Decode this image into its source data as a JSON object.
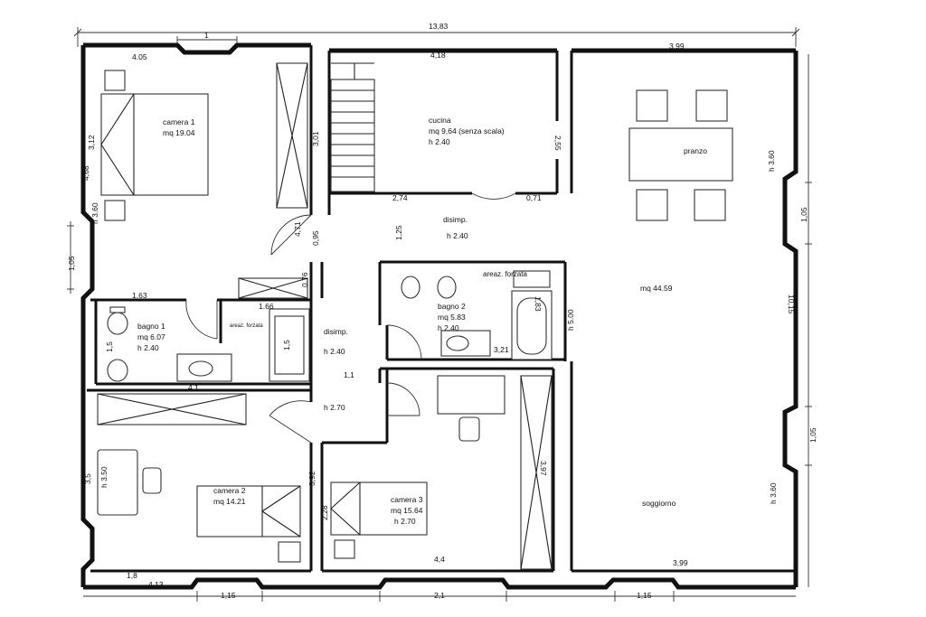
{
  "rooms": {
    "camera1": {
      "name": "camera 1",
      "area": "mq 19.04"
    },
    "cucina": {
      "name": "cucina",
      "area": "mq 9,64 (senza scala)",
      "height": "h 2.40"
    },
    "pranzo": {
      "name": "pranzo"
    },
    "disimp_top": {
      "name": "disimp.",
      "height": "h 2.40"
    },
    "bagno1": {
      "name": "bagno 1",
      "area": "mq 6.07",
      "height": "h 2.40"
    },
    "areaz1": {
      "name": "areaz. forzata"
    },
    "disimp_mid": {
      "name": "disimp.",
      "height": "h 2.40"
    },
    "disimp_low": {
      "height": "h 2.70"
    },
    "bagno2": {
      "name": "bagno 2",
      "area": "mq 5.83",
      "height": "h 2.40"
    },
    "areaz2": {
      "name": "areaz. forzata"
    },
    "soggiorno": {
      "name": "soggiorno",
      "area": "mq 44.59"
    },
    "camera2": {
      "name": "camera 2",
      "area": "mq 14.21"
    },
    "camera3": {
      "name": "camera 3",
      "area": "mq 15.64",
      "height": "h 2.70"
    }
  },
  "dimensions": {
    "total_width": "13,83",
    "top_small": "1",
    "top_left": "4.05",
    "top_mid": "4,18",
    "top_right": "3,99",
    "cam1_h": "h 3.60",
    "cam1_left_a": "3,12",
    "cam1_left_b": "4,68",
    "left_window": "1,05",
    "cam1_bottom": "1.63",
    "stair_h": "3,01",
    "kitchen_sep": "2,74",
    "kitchen_wall": "0,71",
    "kitchen_side": "2,55",
    "door_a": "4,71",
    "door_b": "0,95",
    "disimp_dim": "1,25",
    "sog_h_top": "h 3.60",
    "sog_right_win": "1,05",
    "sog_right": "10,15",
    "sog_right_low_win": "1,05",
    "sog_h_low": "h 3.60",
    "bagno1_top": "1.66",
    "bagno1_side": "0.76",
    "bagno1_h": "1,5",
    "bagno1_small": "1,5",
    "bagno1_w": "4,1",
    "mid_w": "1,1",
    "bagno2_side": "1,83",
    "bagno2_w": "3,21",
    "h500": "h 5.00",
    "cam2_h": "h 3.50",
    "cam2_side": "3,5",
    "cam2_right": "3,92",
    "cam3_left": "2,28",
    "cam3_right": "3,97",
    "bottom_a": "1,8",
    "bottom_b": "4,13",
    "bottom_c": "4,4",
    "bottom_d": "3,99",
    "bottom_win_a": "1,15",
    "bottom_win_b": "2,1",
    "bottom_win_c": "1,15"
  }
}
